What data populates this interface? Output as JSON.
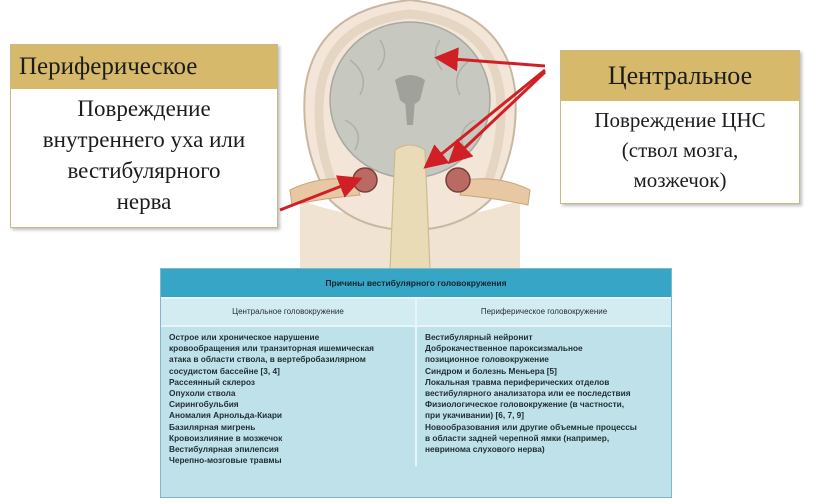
{
  "peripheral": {
    "title": "Периферическое",
    "lines": [
      "Повреждение",
      "внутреннего уха или",
      "вестибулярного",
      "нерва"
    ]
  },
  "central": {
    "title": "Центральное",
    "lines": [
      "Повреждение ЦНС",
      "(ствол мозга,",
      "мозжечок)"
    ]
  },
  "table": {
    "title": "Причины вестибулярного головокружения",
    "central_header": "Центральное головокружение",
    "peripheral_header": "Периферическое головокружение",
    "central_items": [
      "Острое или хроническое нарушение",
      "кровообращения или транзиторная ишемическая",
      "атака в области ствола, в вертебробазилярном",
      "сосудистом бассейне [3, 4]",
      "Рассеянный склероз",
      "Опухоли ствола",
      "Сирингобульбия",
      "Аномалия Арнольда-Киари",
      "Базилярная мигрень",
      "Кровоизлияние в мозжечок",
      "Вестибулярная эпилепсия",
      "Черепно-мозговые травмы"
    ],
    "peripheral_items": [
      "Вестибулярный нейронит",
      "Доброкачественное пароксизмальное",
      "позиционное головокружение",
      "Синдром и болезнь Меньера [5]",
      "Локальная травма периферических отделов",
      "вестибулярного анализатора или ее последствия",
      "Физиологическое головокружение (в частности,",
      "при укачивании) [6, 7, 9]",
      "Новообразования или другие объемные процессы",
      "в области задней черепной ямки (например,",
      "невринома слухового нерва)"
    ]
  },
  "colors": {
    "arrow": "#d11f26",
    "label_header": "#d6b96a",
    "table_title": "#37a6c6",
    "table_body": "#bfe1e9"
  }
}
